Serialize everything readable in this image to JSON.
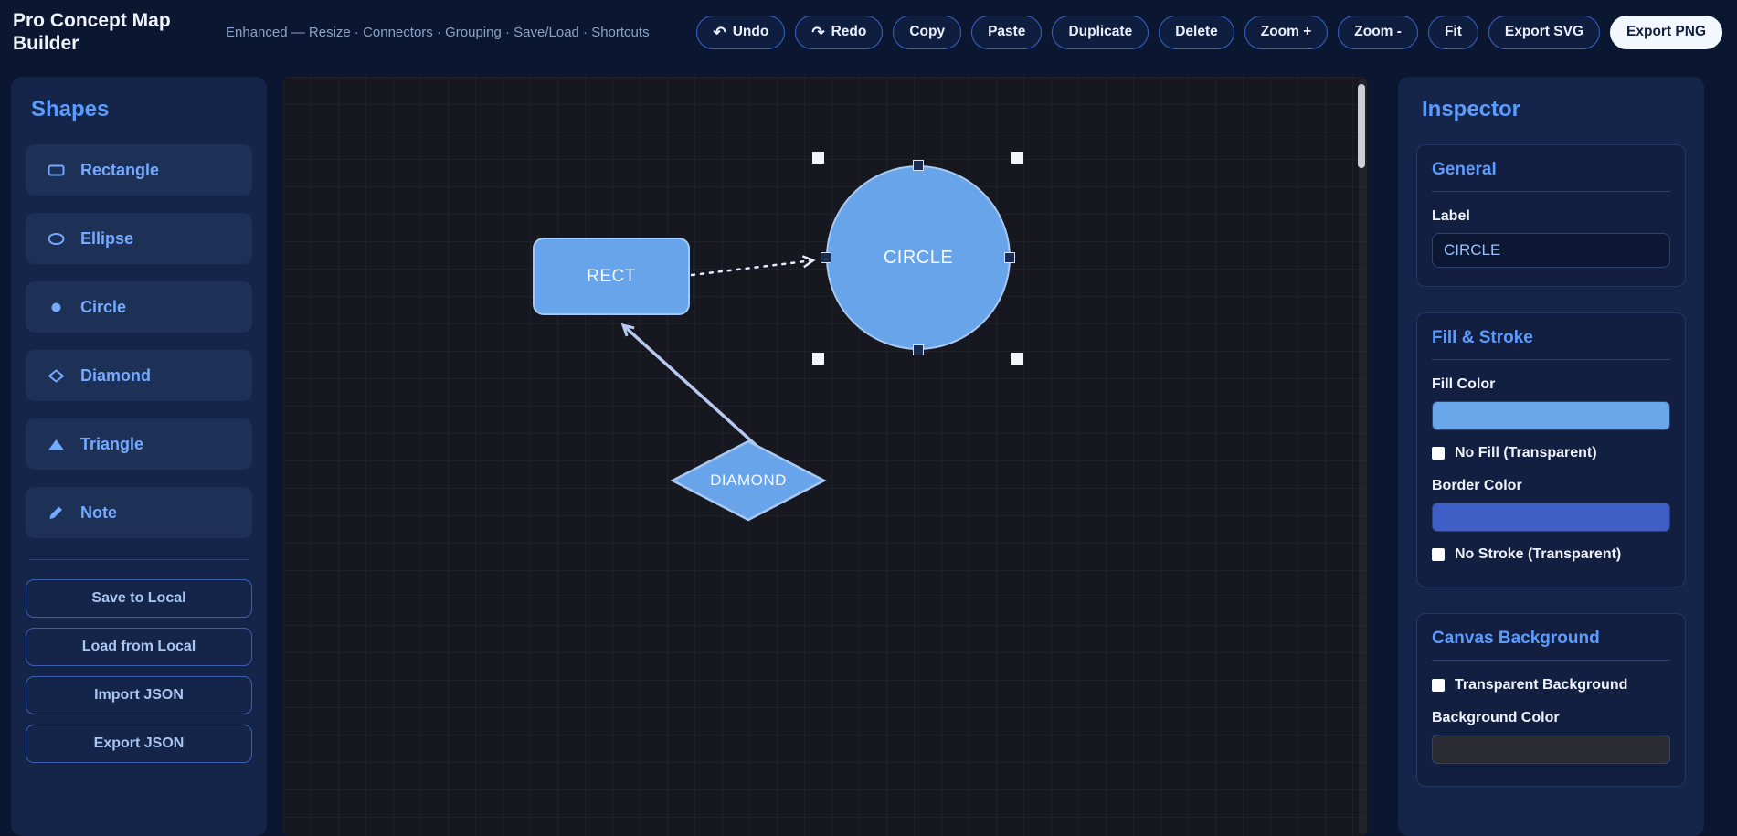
{
  "app": {
    "title": "Pro Concept Map Builder",
    "subtitle": "Enhanced — Resize · Connectors · Grouping · Save/Load · Shortcuts"
  },
  "toolbar": {
    "buttons": [
      {
        "id": "undo",
        "icon": "↶",
        "label": "Undo"
      },
      {
        "id": "redo",
        "icon": "↷",
        "label": "Redo"
      },
      {
        "id": "copy",
        "label": "Copy"
      },
      {
        "id": "paste",
        "label": "Paste"
      },
      {
        "id": "duplicate",
        "label": "Duplicate"
      },
      {
        "id": "delete",
        "label": "Delete"
      },
      {
        "id": "zoom-in",
        "label": "Zoom +"
      },
      {
        "id": "zoom-out",
        "label": "Zoom -"
      },
      {
        "id": "fit",
        "label": "Fit"
      },
      {
        "id": "export-svg",
        "label": "Export SVG"
      },
      {
        "id": "export-png",
        "label": "Export PNG",
        "primary": true
      }
    ]
  },
  "shapes_panel": {
    "title": "Shapes",
    "items": [
      {
        "label": "Rectangle",
        "icon": "rectangle-icon"
      },
      {
        "label": "Ellipse",
        "icon": "ellipse-icon"
      },
      {
        "label": "Circle",
        "icon": "circle-icon"
      },
      {
        "label": "Diamond",
        "icon": "diamond-icon"
      },
      {
        "label": "Triangle",
        "icon": "triangle-icon"
      },
      {
        "label": "Note",
        "icon": "pencil-icon"
      }
    ],
    "actions": [
      {
        "label": "Save to Local"
      },
      {
        "label": "Load from Local"
      },
      {
        "label": "Import JSON"
      },
      {
        "label": "Export JSON"
      }
    ]
  },
  "canvas": {
    "node_fill": "#68a4e9",
    "node_border": "#a9c9f2",
    "selected_node": "CIRCLE",
    "nodes": [
      {
        "type": "rect",
        "label": "RECT"
      },
      {
        "type": "circle",
        "label": "CIRCLE",
        "selected": true
      },
      {
        "type": "diamond",
        "label": "DIAMOND"
      }
    ],
    "edges": [
      {
        "from": "RECT",
        "to": "CIRCLE",
        "style": "dashed-arrow"
      },
      {
        "from": "DIAMOND",
        "to": "RECT",
        "style": "solid-arrow"
      }
    ]
  },
  "inspector": {
    "title": "Inspector",
    "general": {
      "title": "General",
      "label": "Label",
      "value": "CIRCLE"
    },
    "fill_stroke": {
      "title": "Fill & Stroke",
      "fill_color_label": "Fill Color",
      "fill_color": "#6aa6ea",
      "no_fill_label": "No Fill (Transparent)",
      "border_color_label": "Border Color",
      "border_color": "#3f5fc6",
      "no_stroke_label": "No Stroke (Transparent)"
    },
    "canvas_background": {
      "title": "Canvas Background",
      "transparent_label": "Transparent Background",
      "background_color_label": "Background Color",
      "background_color": "#2b2b33"
    }
  },
  "colors": {
    "accent_blue": "#5c9cfe",
    "panel_bg": "#15254a",
    "page_bg": "#0b1731",
    "canvas_bg": "#17171f"
  }
}
